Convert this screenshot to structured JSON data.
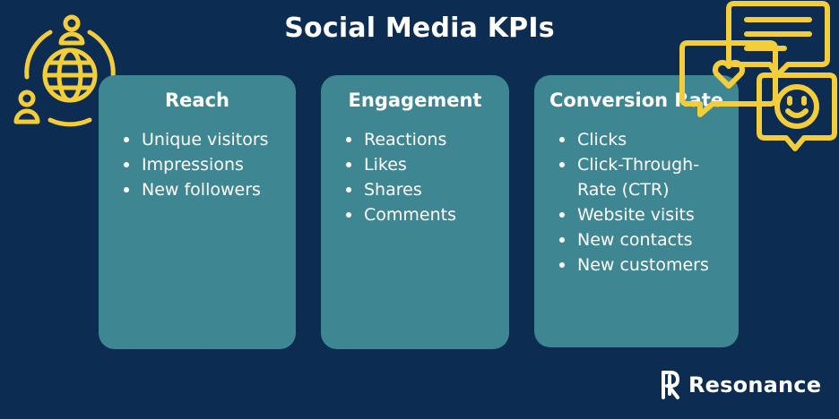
{
  "title": "Social Media KPIs",
  "cards": [
    {
      "heading": "Reach",
      "items": [
        "Unique visitors",
        "Impressions",
        "New followers"
      ]
    },
    {
      "heading": "Engagement",
      "items": [
        "Reactions",
        "Likes",
        "Shares",
        "Comments"
      ]
    },
    {
      "heading": "Conversion Rate",
      "items": [
        "Clicks",
        "Click-Through-Rate (CTR)",
        "Website visits",
        "New contacts",
        "New customers"
      ]
    }
  ],
  "brand": {
    "name": "Resonance"
  },
  "colors": {
    "background": "#0c2c52",
    "card": "#3f8693",
    "accent": "#f3cd3a",
    "text": "#ffffff"
  },
  "icons": [
    "globe-network-icon",
    "chat-bubbles-icon",
    "resonance-logo-icon"
  ]
}
